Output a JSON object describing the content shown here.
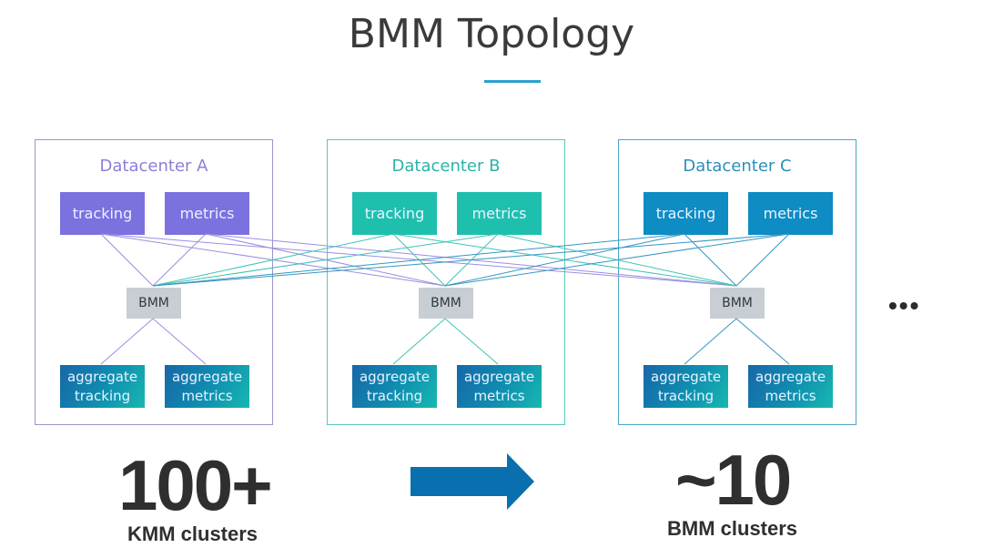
{
  "title": "BMM Topology",
  "accent_color": "#2aa0d0",
  "datacenters": [
    {
      "label": "Datacenter A",
      "color": "#7b72e0",
      "label_color": "#8a80d8",
      "line_color": "#9a8fe0",
      "tracking": "tracking",
      "metrics": "metrics",
      "bmm": "BMM",
      "agg_tracking": [
        "aggregate",
        "tracking"
      ],
      "agg_metrics": [
        "aggregate",
        "metrics"
      ]
    },
    {
      "label": "Datacenter B",
      "color": "#1fbfae",
      "label_color": "#2bb3a8",
      "line_color": "#3cc4b4",
      "tracking": "tracking",
      "metrics": "metrics",
      "bmm": "BMM",
      "agg_tracking": [
        "aggregate",
        "tracking"
      ],
      "agg_metrics": [
        "aggregate",
        "metrics"
      ]
    },
    {
      "label": "Datacenter C",
      "color": "#0e8cc4",
      "label_color": "#2a8fb8",
      "line_color": "#3596c2",
      "tracking": "tracking",
      "metrics": "metrics",
      "bmm": "BMM",
      "agg_tracking": [
        "aggregate",
        "tracking"
      ],
      "agg_metrics": [
        "aggregate",
        "metrics"
      ]
    }
  ],
  "more_indicator": "•••",
  "before": {
    "value": "100+",
    "caption": "KMM clusters"
  },
  "after": {
    "value": "~10",
    "caption": "BMM clusters"
  },
  "arrow_color": "#0a6fae"
}
